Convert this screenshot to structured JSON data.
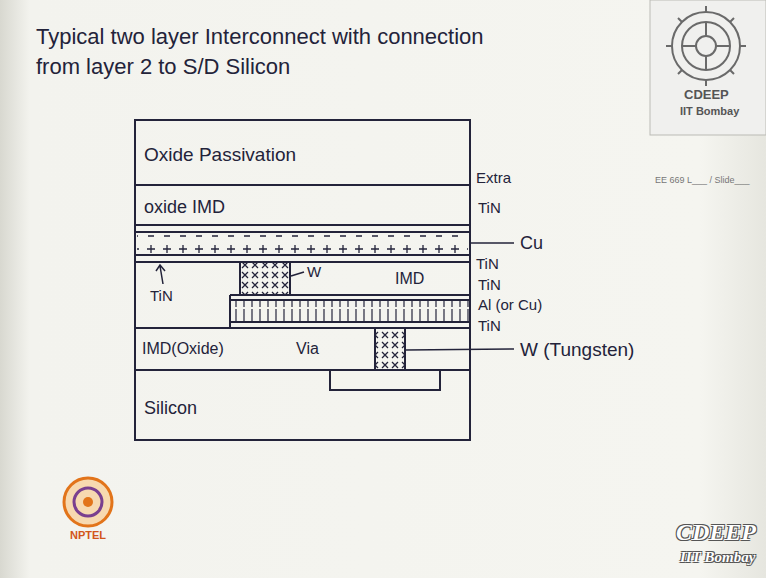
{
  "diagram": {
    "title": "Typical two layer Interconnect with connection from layer 2 to S/D Silicon",
    "nodes": [
      {
        "text": [
          "Oxide Passivation"
        ]
      },
      {
        "text": [
          "oxide IMD"
        ]
      },
      {
        "text": [
          "IMD"
        ]
      },
      {
        "text": [
          "IMD(Oxide)",
          "Via"
        ]
      },
      {
        "text": [
          "Silicon"
        ]
      },
      {
        "text": [
          "CDEEP",
          "IIT Bombay"
        ]
      }
    ],
    "labels": [
      "Extra",
      "TiN",
      "Cu",
      "TiN",
      "TiN",
      "W",
      "TiN",
      "Al (or Cu)",
      "TiN",
      "W (Tungsten)",
      "EE 669 L___ / Slide___",
      "NPTEL",
      "CDEEP",
      "IIT Bombay"
    ]
  }
}
